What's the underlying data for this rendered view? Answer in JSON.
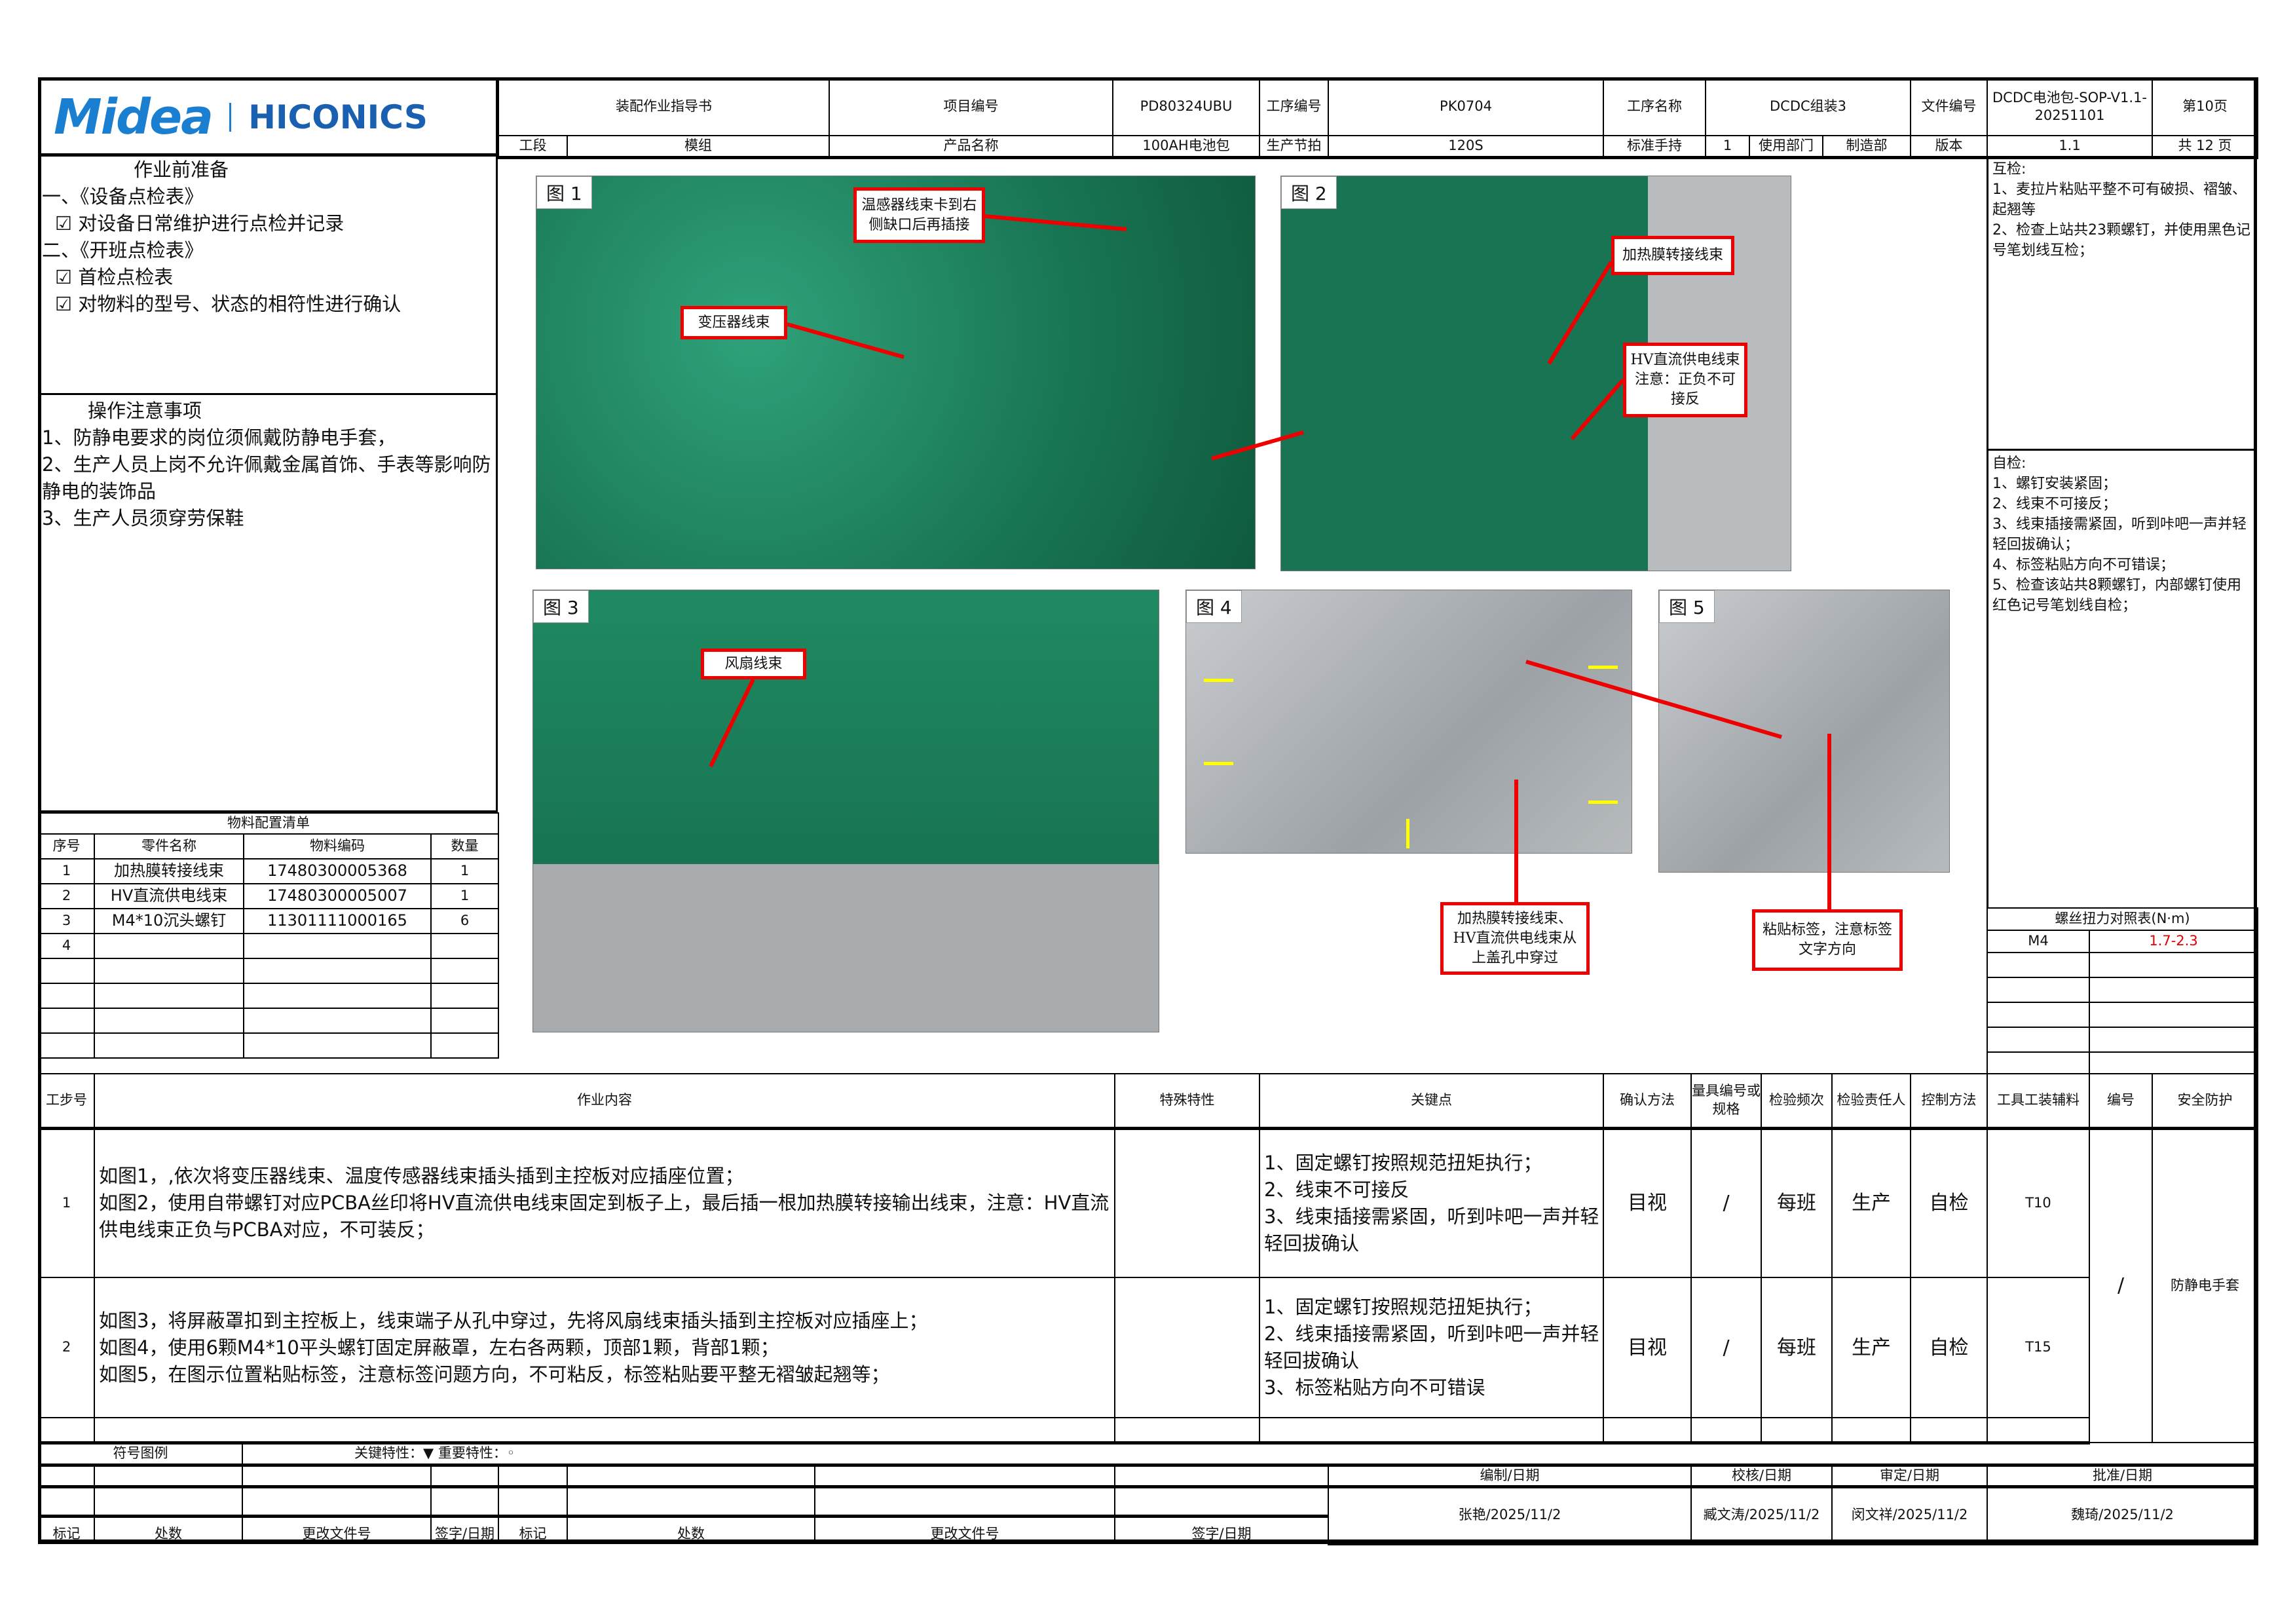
{
  "logo": {
    "brand1": "Midea",
    "brand2": "HICONICS"
  },
  "header": {
    "row1": [
      "装配作业指导书",
      "项目编号",
      "PD80324UBU",
      "工序编号",
      "PK0704",
      "工序名称",
      "DCDC组装3",
      "文件编号",
      "DCDC电池包-SOP-V1.1-20251101",
      "第10页"
    ],
    "row2": [
      "工段",
      "模组",
      "产品名称",
      "100AH电池包",
      "生产节拍",
      "120S",
      "标准手持",
      "1",
      "使用部门",
      "制造部",
      "版本",
      "1.1",
      "共 12 页"
    ]
  },
  "prep": {
    "title": "作业前准备",
    "lines": [
      "一、《设备点检表》",
      "☑ 对设备日常维护进行点检并记录",
      "二、《开班点检表》",
      "☑ 首检点检表",
      "☑ 对物料的型号、状态的相符性进行确认"
    ]
  },
  "notes": {
    "title": "操作注意事项",
    "lines": [
      "1、防静电要求的岗位须佩戴防静电手套，",
      "2、生产人员上岗不允许佩戴金属首饰、手表等影响防静电的装饰品",
      "3、生产人员须穿劳保鞋"
    ]
  },
  "materials": {
    "title": "物料配置清单",
    "headers": [
      "序号",
      "零件名称",
      "物料编码",
      "数量"
    ],
    "rows": [
      [
        "1",
        "加热膜转接线束",
        "17480300005368",
        "1"
      ],
      [
        "2",
        "HV直流供电线束",
        "17480300005007",
        "1"
      ],
      [
        "3",
        "M4*10沉头螺钉",
        "11301111000165",
        "6"
      ],
      [
        "4",
        "",
        "",
        ""
      ]
    ]
  },
  "photos": {
    "fig1": "图 1",
    "fig2": "图 2",
    "fig3": "图 3",
    "fig4": "图 4",
    "fig5": "图 5",
    "callouts": {
      "temp": "温感器线束卡到右侧缺口后再插接",
      "transformer": "变压器线束",
      "heater": "加热膜转接线束",
      "hv": "HV直流供电线束注意：正负不可接反",
      "fan": "风扇线束",
      "through": "加热膜转接线束、HV直流供电线束从上盖孔中穿过",
      "label": "粘贴标签，注意标签文字方向"
    }
  },
  "mutual": {
    "title": "互检:",
    "lines": [
      "1、麦拉片粘贴平整不可有破损、褶皱、起翘等",
      "2、检查上站共23颗螺钉，并使用黑色记号笔划线互检；"
    ]
  },
  "self": {
    "title": "自检:",
    "lines": [
      "1、螺钉安装紧固；",
      "2、线束不可接反；",
      "3、线束插接需紧固，听到咔吧一声并轻轻回拔确认；",
      "4、标签粘贴方向不可错误；",
      "5、检查该站共8颗螺钉，内部螺钉使用红色记号笔划线自检；"
    ]
  },
  "torque": {
    "title": "螺丝扭力对照表(N·m)",
    "spec": "M4",
    "value": "1.7-2.3",
    "value_color": "#e00000"
  },
  "steps": {
    "headers": [
      "工步号",
      "作业内容",
      "特殊特性",
      "关键点",
      "确认方法",
      "量具编号或规格",
      "检验频次",
      "检验责任人",
      "控制方法",
      "工具工装辅料",
      "编号",
      "安全防护"
    ],
    "rows": [
      {
        "no": "1",
        "content": [
          "如图1，,依次将变压器线束、温度传感器线束插头插到主控板对应插座位置；",
          "如图2，使用自带螺钉对应PCBA丝印将HV直流供电线束固定到板子上，最后插一根加热膜转接输出线束，注意：HV直流供电线束正负与PCBA对应，不可装反；"
        ],
        "key": [
          "1、固定螺钉按照规范扭矩执行；",
          "2、线束不可接反",
          "3、线束插接需紧固，听到咔吧一声并轻轻回拔确认"
        ],
        "method": "目视",
        "gauge": "/",
        "freq": "每班",
        "owner": "生产",
        "control": "自检",
        "tool": "T10"
      },
      {
        "no": "2",
        "content": [
          "如图3，将屏蔽罩扣到主控板上，线束端子从孔中穿过，先将风扇线束插头插到主控板对应插座上；",
          "如图4，使用6颗M4*10平头螺钉固定屏蔽罩，左右各两颗，顶部1颗，背部1颗；",
          "如图5，在图示位置粘贴标签，注意标签问题方向，不可粘反，标签粘贴要平整无褶皱起翘等；"
        ],
        "key": [
          "1、固定螺钉按照规范扭矩执行；",
          "2、线束插接需紧固，听到咔吧一声并轻轻回拔确认",
          "3、标签粘贴方向不可错误"
        ],
        "method": "目视",
        "gauge": "/",
        "freq": "每班",
        "owner": "生产",
        "control": "自检",
        "tool": "T15"
      }
    ],
    "code": "/",
    "safety": "防静电手套"
  },
  "legend": {
    "label": "符号图例",
    "text": "关键特性：▼ 重要特性：◦"
  },
  "revision": {
    "labels": [
      "标记",
      "处数",
      "更改文件号",
      "签字/日期",
      "标记",
      "处数",
      "更改文件号",
      "签字/日期"
    ]
  },
  "approval": {
    "headers": [
      "编制/日期",
      "校核/日期",
      "审定/日期",
      "批准/日期"
    ],
    "names": [
      "张艳/2025/11/2",
      "臧文涛/2025/11/2",
      "闵文祥/2025/11/2",
      "魏琦/2025/11/2"
    ]
  }
}
